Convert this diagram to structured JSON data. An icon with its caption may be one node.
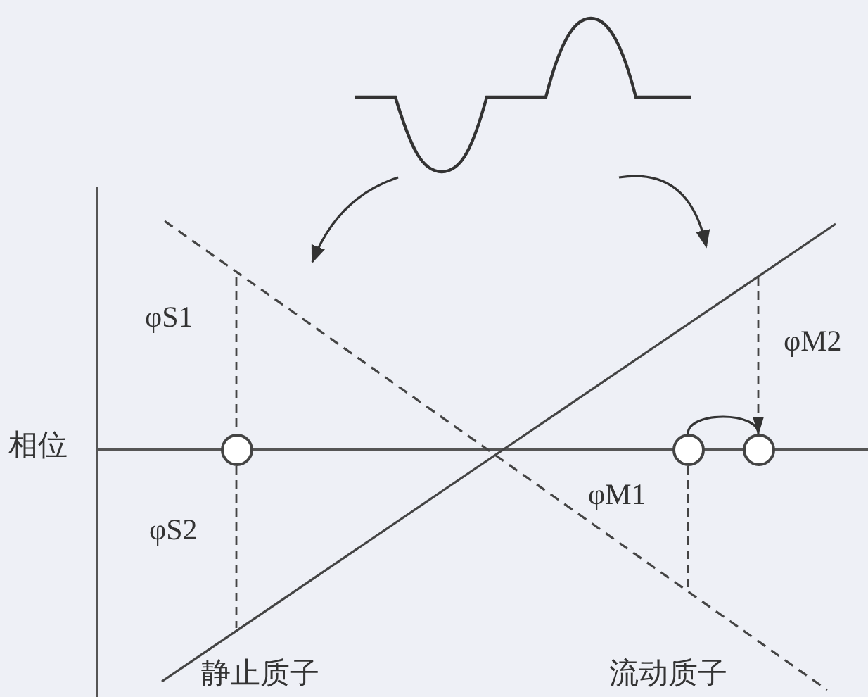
{
  "diagram": {
    "nodes": [
      {
        "text": [],
        "shape": "wave"
      },
      {
        "text": [],
        "shape": "circle"
      },
      {
        "text": [],
        "shape": "circle"
      },
      {
        "text": [],
        "shape": "circle"
      }
    ],
    "edges": [
      {
        "from": 0,
        "to": null,
        "arrow": "to"
      },
      {
        "from": 0,
        "to": null,
        "arrow": "to"
      },
      {
        "from": 2,
        "to": 3,
        "arrow": "to"
      }
    ],
    "labels": [
      "φS1",
      "φM2",
      "相位",
      "φM1",
      "φS2",
      "静止质子",
      "流动质子"
    ]
  }
}
